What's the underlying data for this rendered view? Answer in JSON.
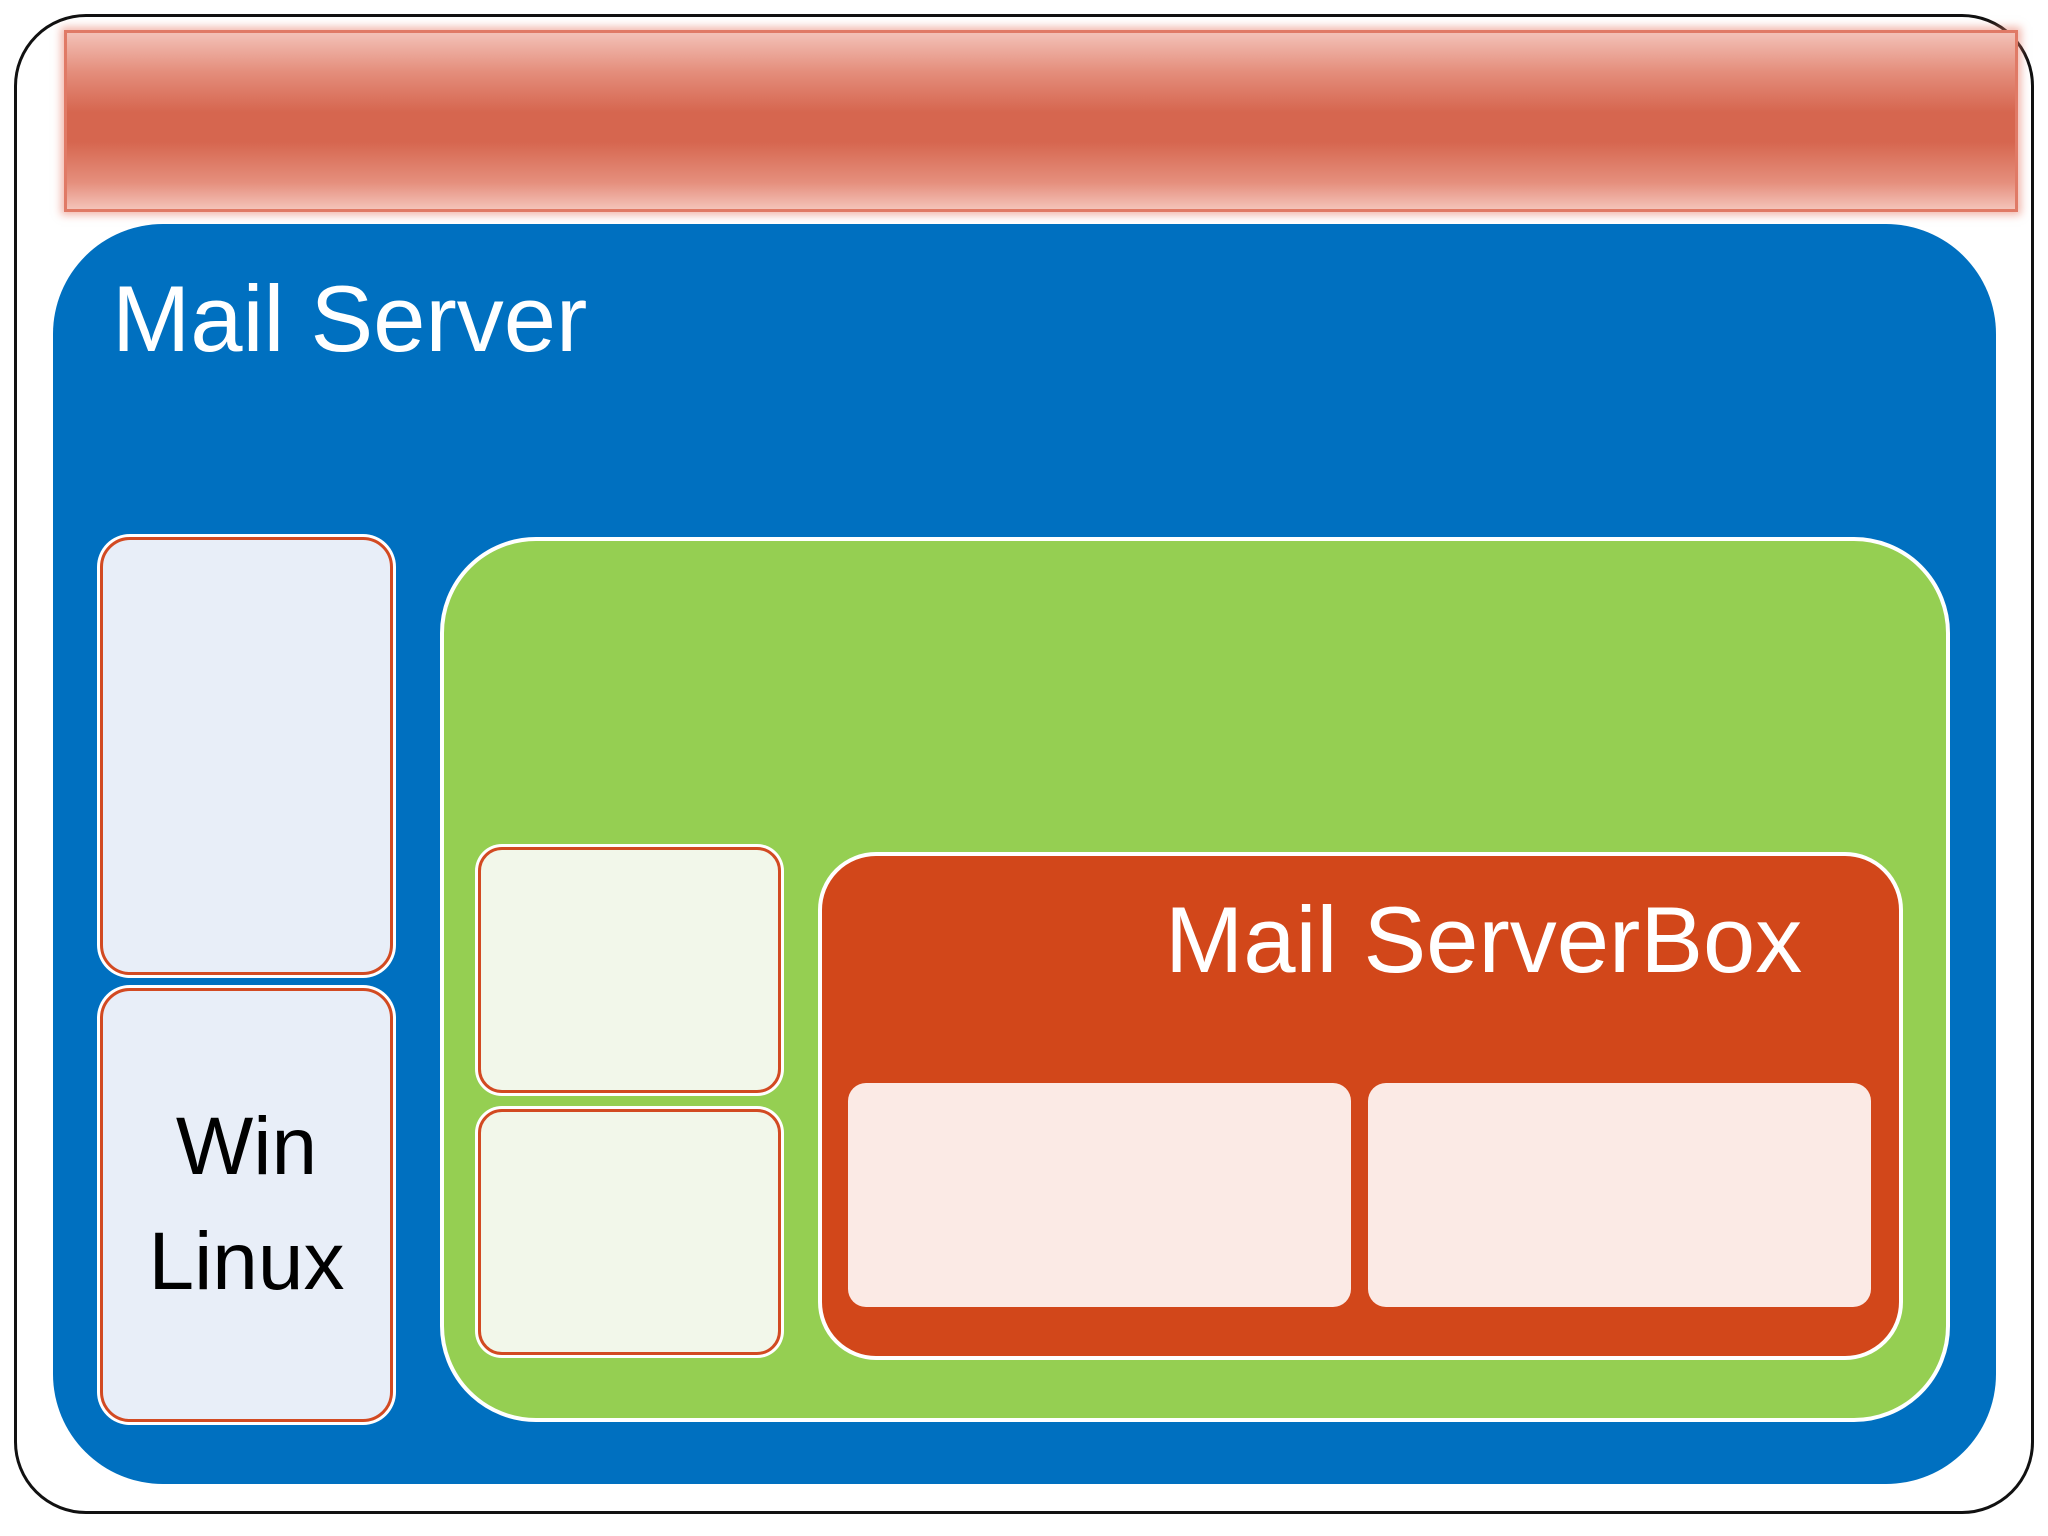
{
  "colors": {
    "title_bar": "#d6664f",
    "mail_server_panel": "#0070c0",
    "os_box_fill": "#e8eef8",
    "box_border": "#d24a22",
    "green_panel": "#95cf52",
    "small_box_fill": "#f2f7ea",
    "mailbox_panel": "#d2471a",
    "mailbox_slot_fill": "#fbeae5"
  },
  "title_bar": {
    "text": ""
  },
  "mail_server": {
    "title": "Mail Server"
  },
  "os_box": {
    "lines": [
      "Win",
      "Linux"
    ]
  },
  "mailbox": {
    "title": "Mail ServerBox"
  }
}
